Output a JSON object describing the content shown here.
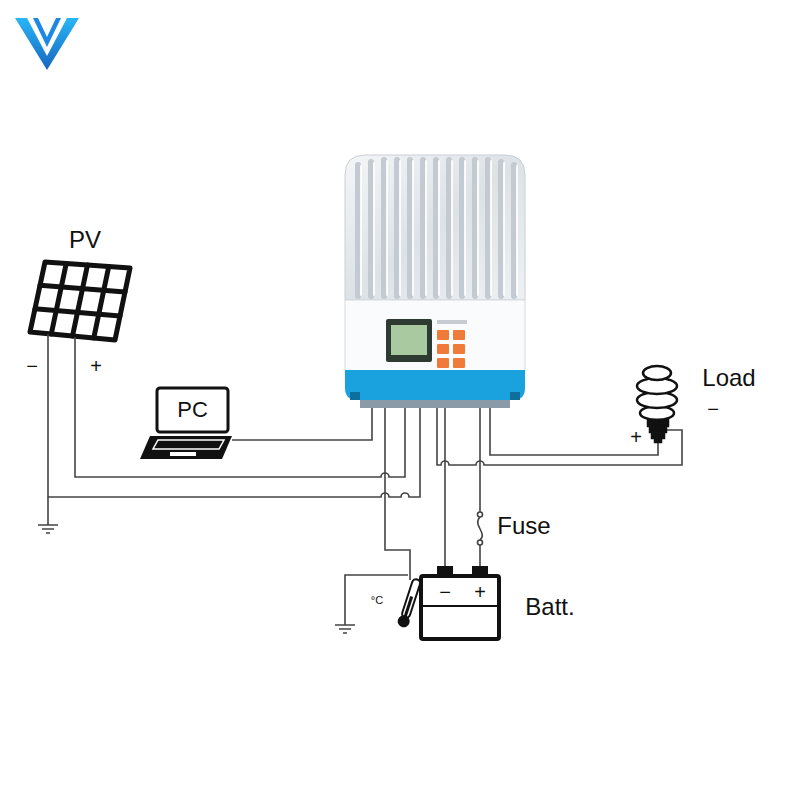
{
  "diagram": {
    "nodes": [
      {
        "text": [
          "PV"
        ]
      },
      {
        "text": [
          "PC"
        ]
      },
      {
        "text": [
          "Load"
        ]
      },
      {
        "text": [
          "−",
          "+",
          "Batt."
        ]
      }
    ],
    "labels": [
      "−",
      "+",
      "−",
      "+",
      "Fuse",
      "°C"
    ]
  }
}
